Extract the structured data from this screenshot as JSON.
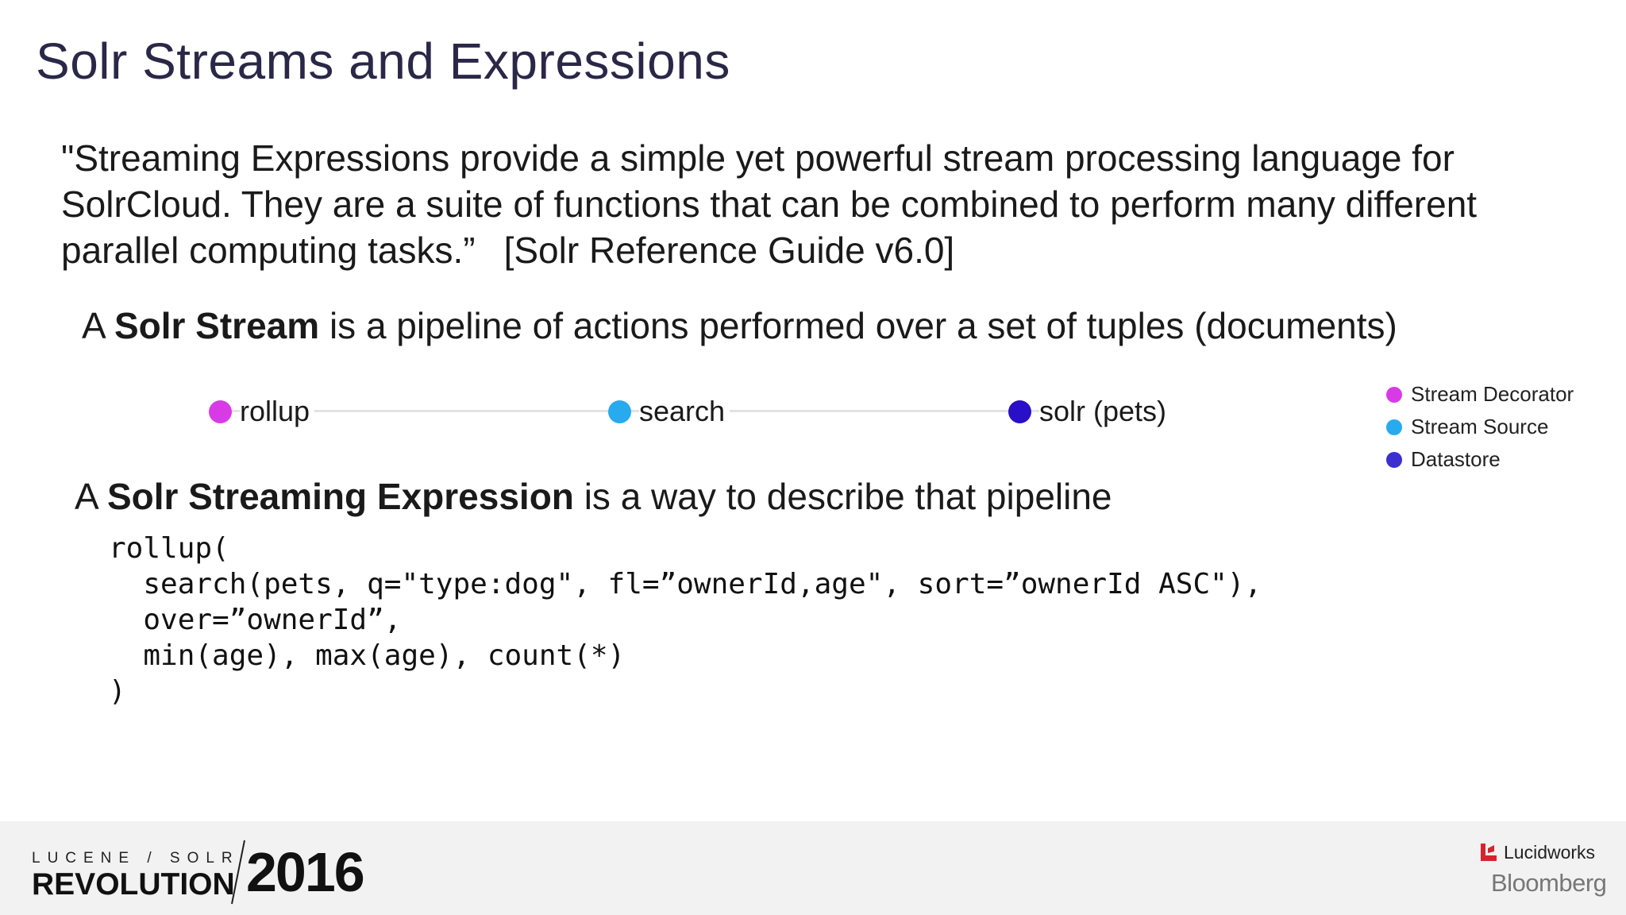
{
  "title": "Solr Streams and Expressions",
  "quote": {
    "text": "\"Streaming Expressions provide a simple yet powerful stream processing language for SolrCloud. They are a suite of functions that can be combined to perform many different parallel computing tasks.”",
    "citation": "[Solr Reference Guide v6.0]"
  },
  "stream_statement": {
    "prefix": "A",
    "bold": "Solr Stream",
    "rest": "is a pipeline of actions performed over a set of tuples (documents)"
  },
  "pipeline": {
    "nodes": [
      {
        "label": "rollup",
        "color": "#d83be6"
      },
      {
        "label": "search",
        "color": "#27aaee"
      },
      {
        "label": "solr (pets)",
        "color": "#2a0fc8"
      }
    ]
  },
  "legend": {
    "items": [
      {
        "label": "Stream Decorator",
        "color": "#d83be6"
      },
      {
        "label": "Stream Source",
        "color": "#27aaee"
      },
      {
        "label": "Datastore",
        "color": "#3b2fcf"
      }
    ]
  },
  "expression_statement": {
    "prefix": "A",
    "bold": "Solr Streaming Expression",
    "rest": "is a way to describe that pipeline"
  },
  "code": {
    "lines": [
      "rollup(",
      "  search(pets, q=\"type:dog\", fl=”ownerId,age\", sort=”ownerId ASC\"),",
      "  over=”ownerId”,",
      "  min(age), max(age), count(*)",
      ")"
    ]
  },
  "footer": {
    "brand_top": "LUCENE / SOLR",
    "brand_main": "REVOLUTION",
    "brand_year": "2016",
    "sponsor_1": "Lucidworks",
    "sponsor_2": "Bloomberg",
    "accent": "#d6242e"
  }
}
